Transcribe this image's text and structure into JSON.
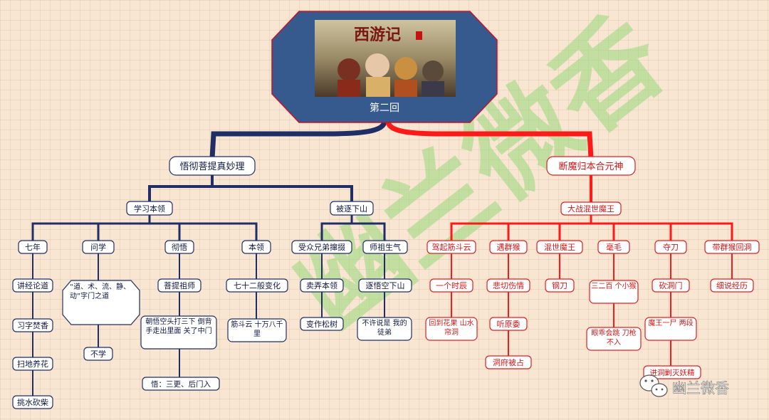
{
  "root": {
    "title": "第二回",
    "poster_title": "西游记"
  },
  "left_branch": {
    "label": "悟彻菩提真妙理",
    "sections": {
      "study": {
        "label": "学习本领",
        "items": {
          "seven_years": {
            "label": "七年",
            "steps": [
              "讲经论道",
              "习字焚香",
              "扫地养花",
              "挑水砍柴"
            ]
          },
          "ask": {
            "label": "问学",
            "note": "“道、术、流、静、动”字门之道",
            "result": "不学"
          },
          "enlighten": {
            "label": "彻悟",
            "master": "菩提祖师",
            "action": "朝悟空头打三下 倒背手走出里面 关了中门",
            "meaning": "悟：三更、后门入"
          },
          "skill": {
            "label": "本领",
            "name": "七十二般变化",
            "cloud": "筋斗云 十万八千里"
          }
        }
      },
      "expelled": {
        "label": "被逐下山",
        "items": {
          "show_off": {
            "label": "受众兄弟撺掇",
            "act": "卖弄本领",
            "form": "变作松树"
          },
          "angry": {
            "label": "师祖生气",
            "order": "逐悟空下山",
            "warn": "不许说是 我的徒弟"
          }
        }
      }
    }
  },
  "right_branch": {
    "label": "断魔归本合元神",
    "battle": {
      "label": "大战混世魔王",
      "items": {
        "cloud": {
          "label": "驾起筋斗云",
          "time": "一个时辰",
          "dest": "回到花果 山水帘洞"
        },
        "monkeys": {
          "label": "遇群猴",
          "cry": "悲切伤情",
          "cause": "听原委",
          "loss": "洞府被占"
        },
        "demon": {
          "label": "混世魔王",
          "weapon": "钢刀"
        },
        "hair": {
          "label": "毫毛",
          "clones": "三二百 个小猴",
          "fight": "眼乖会跳 刀枪不入"
        },
        "sword": {
          "label": "夺刀",
          "gate": "砍洞门",
          "kill": "魔王一尸 两段",
          "burn": "进洞剿灭妖精"
        },
        "home": {
          "label": "带群猴回洞",
          "story": "细说经历"
        }
      }
    }
  },
  "watermark": {
    "text": "幽兰微香",
    "badge_text": "幽兰微香"
  },
  "colors": {
    "blue": "#1f2f66",
    "red": "#ff1a1a",
    "root_fill": "#365a8e",
    "watermark": "#9fd87a"
  }
}
